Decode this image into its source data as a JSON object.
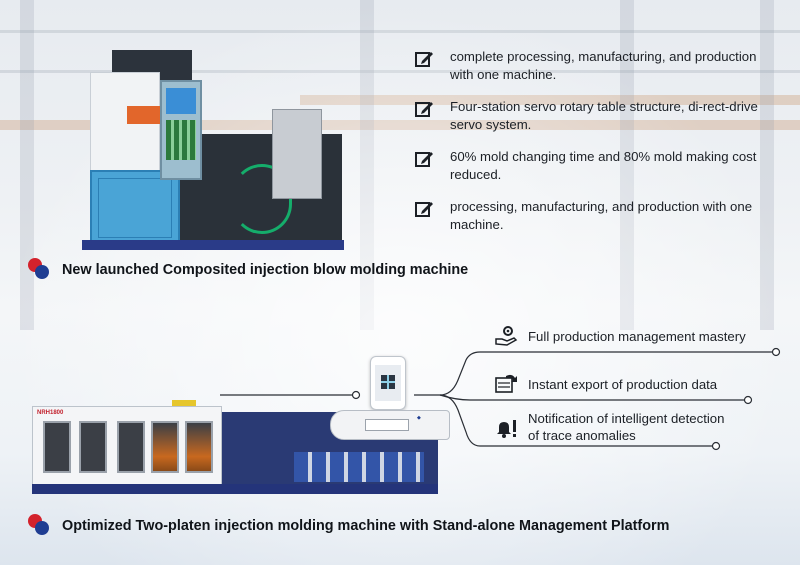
{
  "top_section": {
    "features": [
      {
        "icon": "edit-icon",
        "text": "complete processing, manufacturing, and production with one machine."
      },
      {
        "icon": "edit-icon",
        "text": "Four-station servo rotary table structure, di-rect-drive servo system."
      },
      {
        "icon": "edit-icon",
        "text": "60% mold changing time and 80% mold making cost reduced."
      },
      {
        "icon": "edit-icon",
        "text": "processing, manufacturing, and production with one machine."
      }
    ],
    "title": "New launched Composited injection blow molding machine"
  },
  "bottom_section": {
    "platform_features": [
      {
        "icon": "gear-hand-icon",
        "text": "Full production management mastery"
      },
      {
        "icon": "export-data-icon",
        "text": "Instant export of production data"
      },
      {
        "icon": "bell-alert-icon",
        "text": "Notification of intelligent detection of trace anomalies"
      }
    ],
    "title": "Optimized Two-platen injection molding machine with Stand-alone Management Platform",
    "machine_label": "NRH1800"
  },
  "colors": {
    "accent_red": "#d3222c",
    "accent_blue": "#1f3d92",
    "line": "#2a2e35"
  }
}
